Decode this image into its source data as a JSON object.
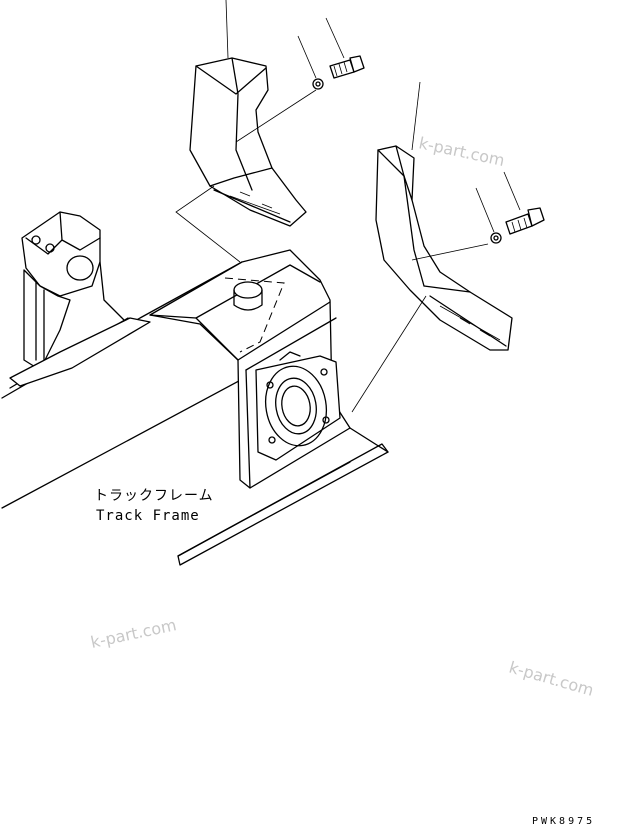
{
  "label": {
    "jp": "トラックフレーム",
    "en": "Track Frame"
  },
  "watermarks": [
    "k-part.com",
    "k-part.com",
    "k-part.com"
  ],
  "drawing_code": "PWK8975"
}
